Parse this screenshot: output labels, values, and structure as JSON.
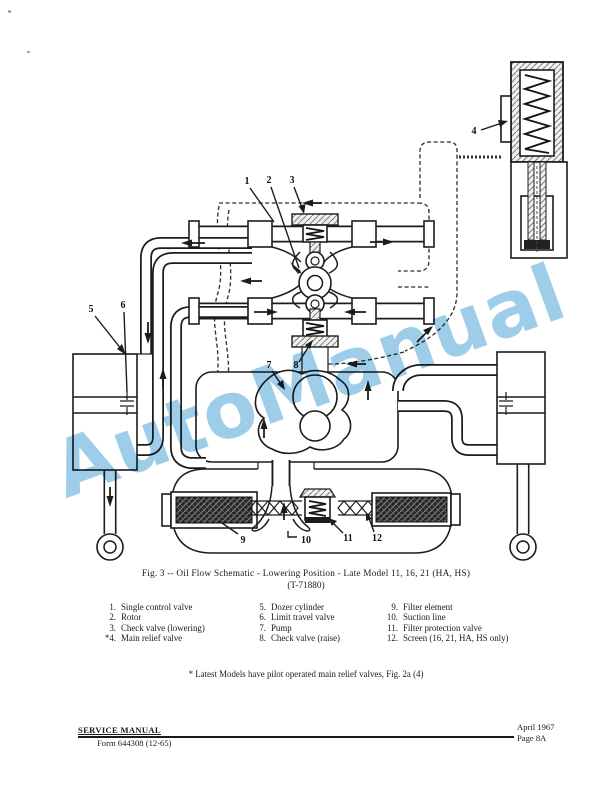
{
  "watermark": {
    "text": "AutoManual"
  },
  "colors": {
    "watermark_blue": "#9dcde9",
    "ink": "#1c1c1c",
    "paper": "#ffffff"
  },
  "figure": {
    "caption": "Fig. 3 -- Oil Flow Schematic - Lowering Position - Late Model 11, 16, 21 (HA, HS)",
    "subcaption": "(T-71880)"
  },
  "diagram": {
    "callouts": {
      "c1": "1",
      "c2": "2",
      "c3": "3",
      "c4": "4",
      "c5": "5",
      "c6": "6",
      "c7": "7",
      "c8": "8",
      "c9": "9",
      "c10": "10",
      "c11": "11",
      "c12": "12"
    }
  },
  "legend": {
    "col1": [
      {
        "num": "1.",
        "label": "Single control valve"
      },
      {
        "num": "2.",
        "label": "Rotor"
      },
      {
        "num": "3.",
        "label": "Check valve (lowering)"
      },
      {
        "num": "*4.",
        "label": "Main relief valve"
      }
    ],
    "col2": [
      {
        "num": "5.",
        "label": "Dozer cylinder"
      },
      {
        "num": "6.",
        "label": "Limit travel valve"
      },
      {
        "num": "7.",
        "label": "Pump"
      },
      {
        "num": "8.",
        "label": "Check valve (raise)"
      }
    ],
    "col3": [
      {
        "num": "9.",
        "label": "Filter element"
      },
      {
        "num": "10.",
        "label": "Suction line"
      },
      {
        "num": "11.",
        "label": "Filter protection valve"
      },
      {
        "num": "12.",
        "label": "Screen (16, 21, HA, HS only)"
      }
    ]
  },
  "footnote": "* Latest Models have pilot operated main relief valves,  Fig. 2a (4)",
  "footer": {
    "left_title": "SERVICE MANUAL",
    "left_sub": "Form 644308 (12-65)",
    "right_line1": "April 1967",
    "right_line2": "Page 8A"
  }
}
